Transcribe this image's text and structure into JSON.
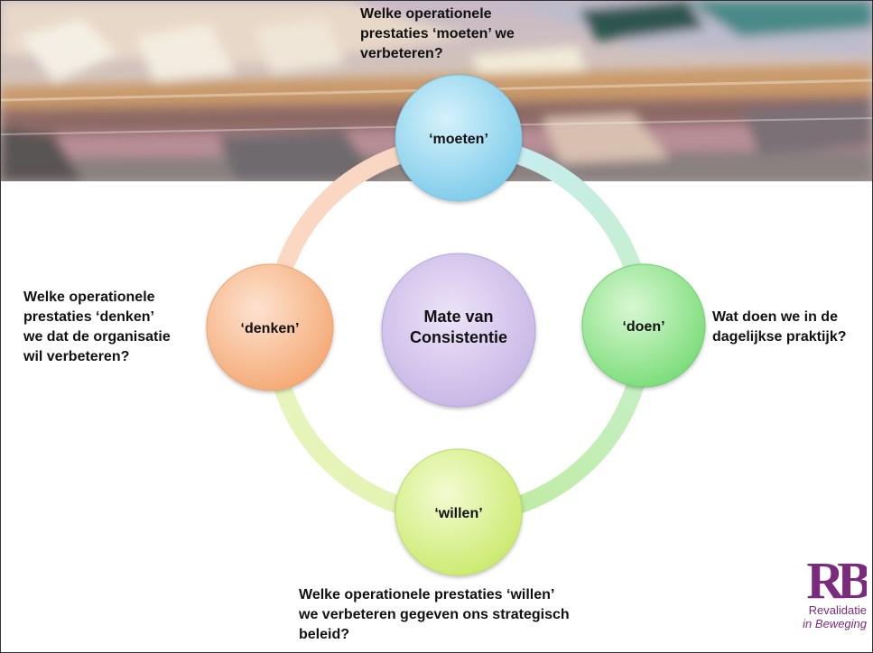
{
  "diagram": {
    "center": {
      "line1": "Mate van",
      "line2": "Consistentie"
    },
    "nodes": [
      {
        "id": "moeten",
        "label": "‘moeten’",
        "color": "#8fd6f0"
      },
      {
        "id": "doen",
        "label": "‘doen’",
        "color": "#93e68f"
      },
      {
        "id": "willen",
        "label": "‘willen’",
        "color": "#d8f08a"
      },
      {
        "id": "denken",
        "label": "‘denken’",
        "color": "#f6bd8f"
      }
    ],
    "captions": {
      "top": "Welke operationele\nprestaties ‘moeten’  we\nverbeteren?",
      "right": "Wat doen we in de\ndagelijkse praktijk?",
      "bottom": "Welke operationele prestaties ‘willen’\nwe verbeteren gegeven ons strategisch\nbeleid?",
      "left": "Welke operationele\nprestaties ‘denken’\nwe dat de organisatie\nwil verbeteren?"
    }
  },
  "logo": {
    "mark": "RB",
    "line1": "Revalidatie",
    "line2": "in Beweging",
    "color": "#7b2a7e"
  }
}
